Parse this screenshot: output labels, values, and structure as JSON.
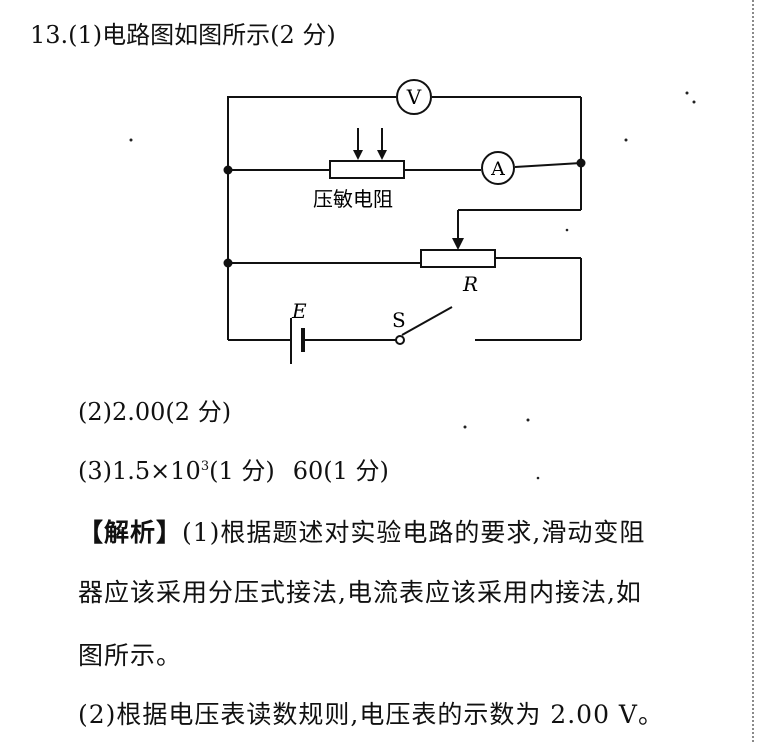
{
  "question": {
    "title": "13.(1)电路图如图所示(2 分)",
    "part2": "(2)2.00(2 分)",
    "part3_a": "(3)1.5×10",
    "part3_exp": "3",
    "part3_b": "(1 分)",
    "part3_c": "60(1 分)"
  },
  "explanation": {
    "tag": "【解析】",
    "line1": "(1)根据题述对实验电路的要求,滑动变阻",
    "line2": "器应该采用分压式接法,电流表应该采用内接法,如",
    "line3": "图所示。",
    "line4": "(2)根据电压表读数规则,电压表的示数为 2.00 V。"
  },
  "circuit": {
    "voltmeter": "V",
    "ammeter": "A",
    "sensor_label": "压敏电阻",
    "rheostat_label": "R",
    "battery_label": "E",
    "switch_label": "S"
  }
}
